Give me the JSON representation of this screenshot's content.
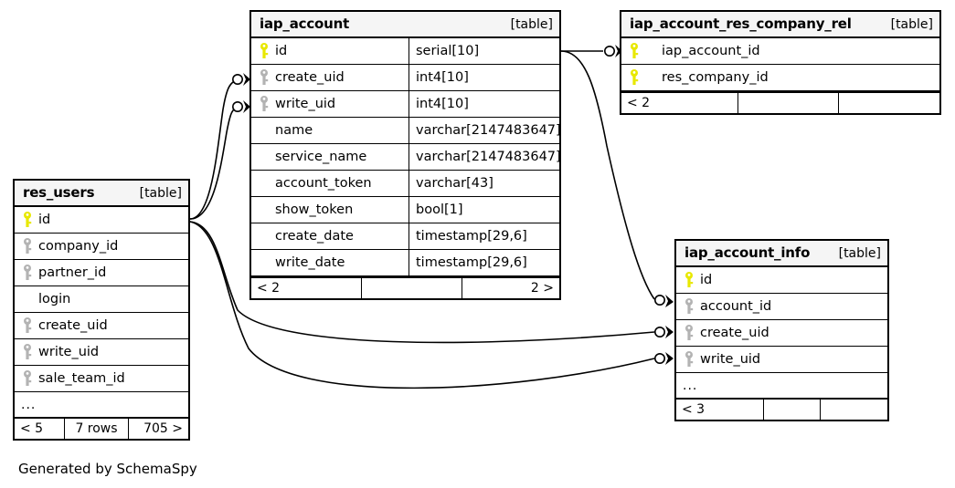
{
  "diagram": {
    "caption": "Generated by SchemaSpy",
    "table_tag": "[table]",
    "more_indicator": "...",
    "colors": {
      "primary_key": "#e8e800",
      "foreign_key": "#b3b3b3",
      "header_bg": "#f5f5f5",
      "border": "#000000",
      "background": "#ffffff"
    }
  },
  "tables": {
    "iap_account": {
      "name": "iap_account",
      "tag": "[table]",
      "columns": [
        {
          "key": "primary",
          "name": "id",
          "type": "serial[10]"
        },
        {
          "key": "foreign",
          "name": "create_uid",
          "type": "int4[10]"
        },
        {
          "key": "foreign",
          "name": "write_uid",
          "type": "int4[10]"
        },
        {
          "key": "none",
          "name": "name",
          "type": "varchar[2147483647]"
        },
        {
          "key": "none",
          "name": "service_name",
          "type": "varchar[2147483647]"
        },
        {
          "key": "none",
          "name": "account_token",
          "type": "varchar[43]"
        },
        {
          "key": "none",
          "name": "show_token",
          "type": "bool[1]"
        },
        {
          "key": "none",
          "name": "create_date",
          "type": "timestamp[29,6]"
        },
        {
          "key": "none",
          "name": "write_date",
          "type": "timestamp[29,6]"
        }
      ],
      "has_more": false,
      "footer": {
        "left": "< 2",
        "center": "",
        "right": "2 >"
      }
    },
    "iap_account_res_company_rel": {
      "name": "iap_account_res_company_rel",
      "tag": "[table]",
      "columns": [
        {
          "key": "primary",
          "name": "iap_account_id",
          "type": ""
        },
        {
          "key": "primary",
          "name": "res_company_id",
          "type": ""
        }
      ],
      "has_more": false,
      "footer": {
        "left": "< 2",
        "center": "",
        "right": ""
      }
    },
    "res_users": {
      "name": "res_users",
      "tag": "[table]",
      "columns": [
        {
          "key": "primary",
          "name": "id",
          "type": ""
        },
        {
          "key": "foreign",
          "name": "company_id",
          "type": ""
        },
        {
          "key": "foreign",
          "name": "partner_id",
          "type": ""
        },
        {
          "key": "none",
          "name": "login",
          "type": ""
        },
        {
          "key": "foreign",
          "name": "create_uid",
          "type": ""
        },
        {
          "key": "foreign",
          "name": "write_uid",
          "type": ""
        },
        {
          "key": "foreign",
          "name": "sale_team_id",
          "type": ""
        }
      ],
      "has_more": true,
      "footer": {
        "left": "< 5",
        "center": "7 rows",
        "right": "705 >"
      }
    },
    "iap_account_info": {
      "name": "iap_account_info",
      "tag": "[table]",
      "columns": [
        {
          "key": "primary",
          "name": "id",
          "type": ""
        },
        {
          "key": "foreign",
          "name": "account_id",
          "type": ""
        },
        {
          "key": "foreign",
          "name": "create_uid",
          "type": ""
        },
        {
          "key": "foreign",
          "name": "write_uid",
          "type": ""
        }
      ],
      "has_more": true,
      "footer": {
        "left": "< 3",
        "center": "",
        "right": ""
      }
    }
  },
  "relationships": [
    {
      "from_table": "res_users",
      "from_column": "id",
      "to_table": "iap_account",
      "to_column": "create_uid"
    },
    {
      "from_table": "res_users",
      "from_column": "id",
      "to_table": "iap_account",
      "to_column": "write_uid"
    },
    {
      "from_table": "res_users",
      "from_column": "id",
      "to_table": "iap_account_info",
      "to_column": "create_uid"
    },
    {
      "from_table": "res_users",
      "from_column": "id",
      "to_table": "iap_account_info",
      "to_column": "write_uid"
    },
    {
      "from_table": "iap_account",
      "from_column": "id",
      "to_table": "iap_account_res_company_rel",
      "to_column": "iap_account_id"
    },
    {
      "from_table": "iap_account",
      "from_column": "id",
      "to_table": "iap_account_info",
      "to_column": "account_id"
    }
  ]
}
